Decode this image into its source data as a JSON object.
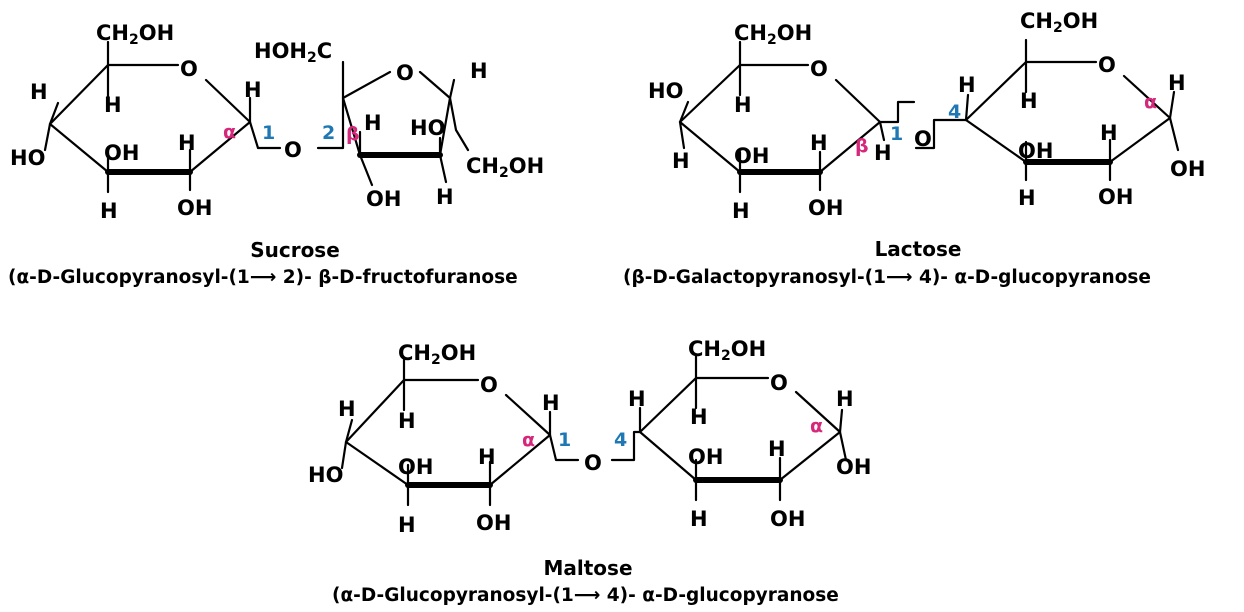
{
  "atoms": {
    "o": "O",
    "h": "H",
    "oh": "OH",
    "ho": "HO",
    "ch2": "CH",
    "two": "2",
    "oh_tail": "OH",
    "hoh": "HOH",
    "c": "C"
  },
  "numbers": {
    "one": "1",
    "two": "2",
    "four": "4"
  },
  "anomers": {
    "alpha": "α",
    "beta": "β"
  },
  "captions": {
    "sucrose": {
      "name": "Sucrose",
      "p1": "(α",
      "p2": "-D-Glucopyranosyl-(1",
      "arrow": "⟶",
      "p3": " 2)- ",
      "p4": "β",
      "p5": "-D-fructofuranose"
    },
    "lactose": {
      "name": "Lactose",
      "p1": "(β",
      "p2": "-D-Galactopyranosyl-(1",
      "arrow": "⟶",
      "p3": " 4)- ",
      "p4": "α",
      "p5": "-D-glucopyranose"
    },
    "maltose": {
      "name": "Maltose",
      "p1": "(α",
      "p2": "-D-Glucopyranosyl-(1",
      "arrow": "⟶",
      "p3": " 4)- ",
      "p4": "α",
      "p5": "-D-glucopyranose"
    }
  },
  "colors": {
    "locant": "#1f78b4",
    "anomer": "#d6287b",
    "ink": "#000000"
  }
}
